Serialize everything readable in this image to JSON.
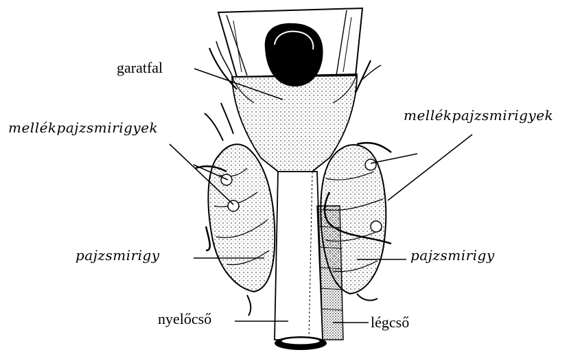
{
  "labels": {
    "garatfal": "garatfal",
    "mellek_left": "mellékpajzsmirigyek",
    "mellek_right": "mellékpajzsmirigyek",
    "pajzs_left": "pajzsmirigy",
    "pajzs_right": "pajzsmirigy",
    "nyelocso": "nyelőcső",
    "legcso": "légcső"
  },
  "colors": {
    "ink": "#000000",
    "background": "#ffffff"
  }
}
